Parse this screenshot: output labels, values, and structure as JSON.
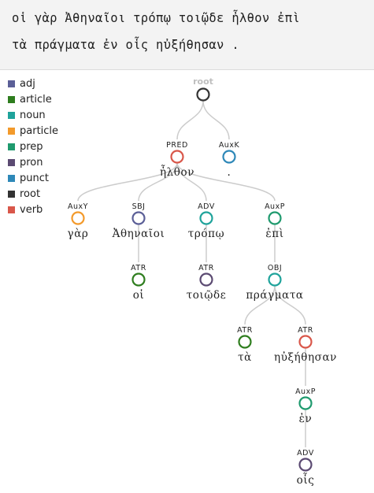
{
  "sentence": {
    "line1": "οἱ γὰρ Ἀθηναῖοι τρόπῳ τοιῷδε ἦλθον ἐπὶ",
    "line2": "τὰ πράγματα ἐν οἷς ηὐξήθησαν ."
  },
  "legend": [
    {
      "label": "adj",
      "color": "#5b5f97"
    },
    {
      "label": "article",
      "color": "#2e7d1e"
    },
    {
      "label": "noun",
      "color": "#1fa39b"
    },
    {
      "label": "particle",
      "color": "#f39a2b"
    },
    {
      "label": "prep",
      "color": "#1f9a6e"
    },
    {
      "label": "pron",
      "color": "#5b4a72"
    },
    {
      "label": "punct",
      "color": "#2e88b8"
    },
    {
      "label": "root",
      "color": "#333333"
    },
    {
      "label": "verb",
      "color": "#d9574a"
    }
  ],
  "tree": {
    "nodes": [
      {
        "id": "root",
        "rel": "root",
        "form": "",
        "pos": "root"
      },
      {
        "id": "n6",
        "rel": "PRED",
        "form": "ἦλθον",
        "pos": "verb",
        "parent": "root"
      },
      {
        "id": "n14",
        "rel": "AuxK",
        "form": ".",
        "pos": "punct",
        "parent": "root"
      },
      {
        "id": "n2",
        "rel": "AuxY",
        "form": "γὰρ",
        "pos": "particle",
        "parent": "n6"
      },
      {
        "id": "n3",
        "rel": "SBJ",
        "form": "Ἀθηναῖοι",
        "pos": "adj",
        "parent": "n6"
      },
      {
        "id": "n4",
        "rel": "ADV",
        "form": "τρόπῳ",
        "pos": "noun",
        "parent": "n6"
      },
      {
        "id": "n7",
        "rel": "AuxP",
        "form": "ἐπὶ",
        "pos": "prep",
        "parent": "n6"
      },
      {
        "id": "n1",
        "rel": "ATR",
        "form": "οἱ",
        "pos": "article",
        "parent": "n3"
      },
      {
        "id": "n5",
        "rel": "ATR",
        "form": "τοιῷδε",
        "pos": "pron",
        "parent": "n4"
      },
      {
        "id": "n9",
        "rel": "OBJ",
        "form": "πράγματα",
        "pos": "noun",
        "parent": "n7"
      },
      {
        "id": "n8",
        "rel": "ATR",
        "form": "τὰ",
        "pos": "article",
        "parent": "n9"
      },
      {
        "id": "n13",
        "rel": "ATR",
        "form": "ηὐξήθησαν",
        "pos": "verb",
        "parent": "n9"
      },
      {
        "id": "n10",
        "rel": "AuxP",
        "form": "ἐν",
        "pos": "prep",
        "parent": "n13"
      },
      {
        "id": "n11",
        "rel": "ADV",
        "form": "οἷς",
        "pos": "pron",
        "parent": "n10"
      }
    ]
  }
}
